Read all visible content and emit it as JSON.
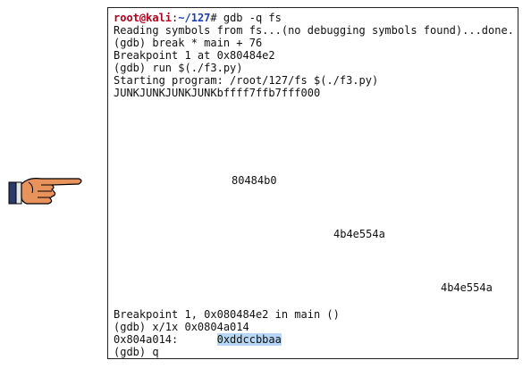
{
  "icons": {
    "pointer": "pointing-hand-icon"
  },
  "terminal": {
    "prompt": {
      "user": "root@kali",
      "sep": ":",
      "path": "~/127",
      "symbol": "#",
      "command": " gdb -q fs"
    },
    "lines": [
      "Reading symbols from fs...(no debugging symbols found)...done.",
      "(gdb) break * main + 76",
      "Breakpoint 1 at 0x80484e2",
      "(gdb) run $(./f3.py)",
      "Starting program: /root/127/fs $(./f3.py)",
      "JUNKJUNKJUNKJUNKbffff7ffb7fff000"
    ],
    "outputs": [
      "80484b0",
      "4b4e554a",
      "4b4e554a"
    ],
    "bottom_lines": [
      "Breakpoint 1, 0x080484e2 in main ()",
      "(gdb) x/1x 0x0804a014"
    ],
    "memory": {
      "address": "0x804a014:",
      "value": "0xddccbbaa"
    },
    "last_line": "(gdb) q"
  }
}
